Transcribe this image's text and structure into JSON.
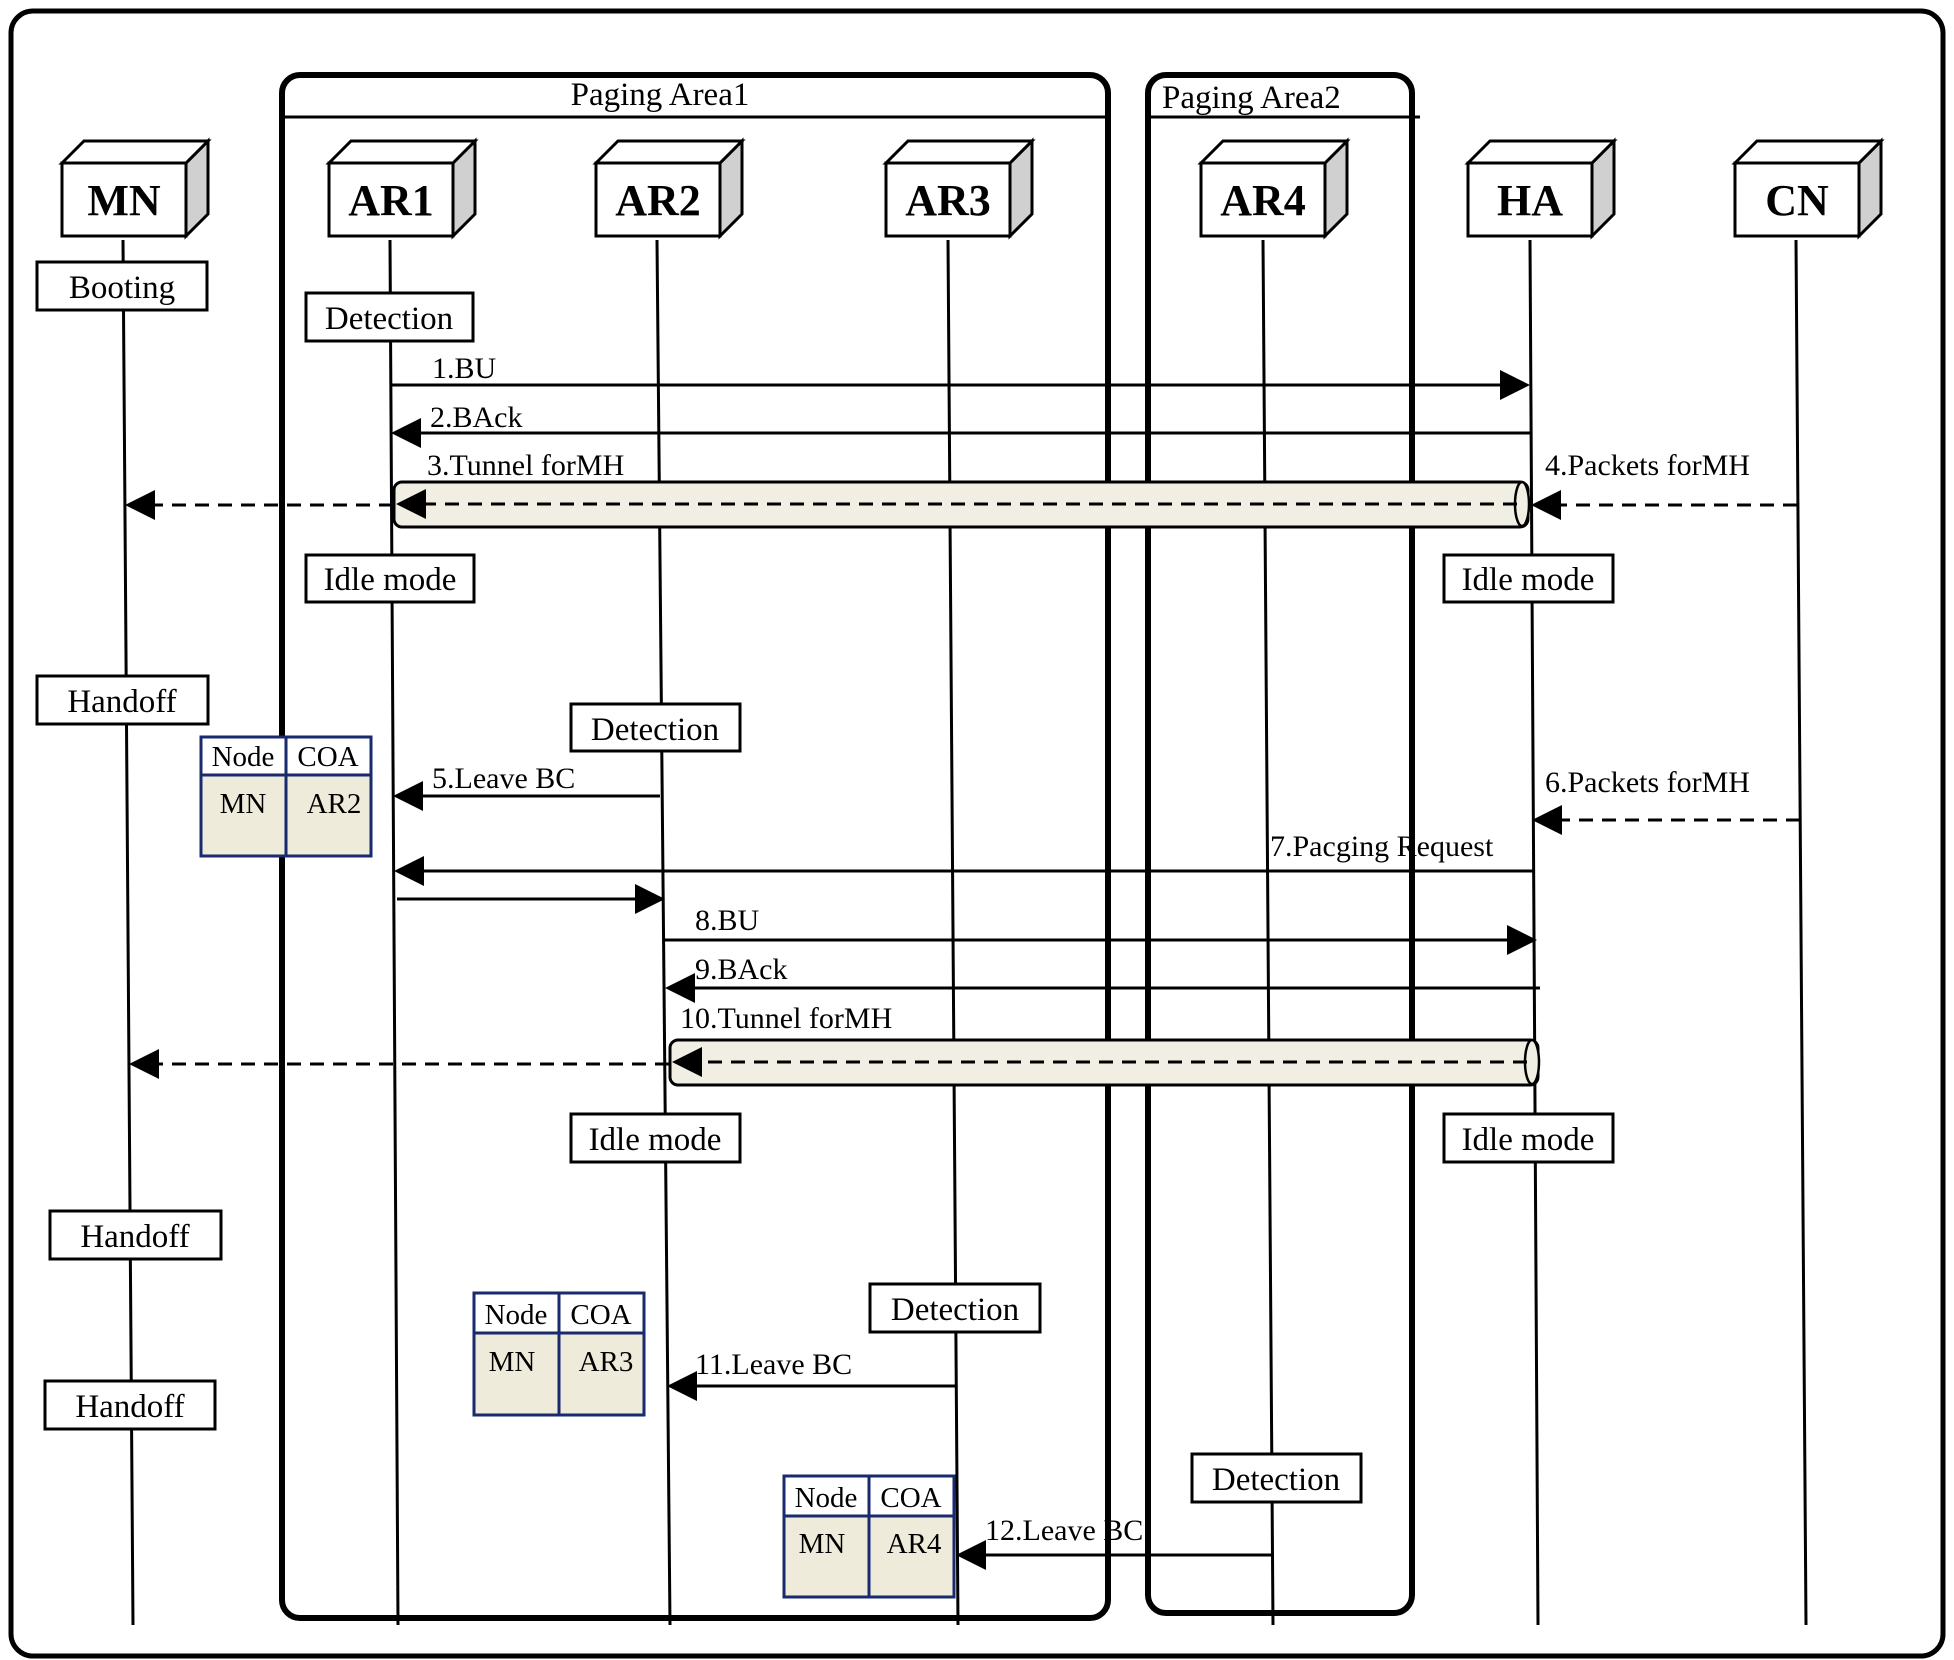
{
  "areas": [
    {
      "label": "Paging  Area1"
    },
    {
      "label": "Paging  Area2"
    }
  ],
  "nodes": [
    {
      "id": "MN",
      "label": "MN"
    },
    {
      "id": "AR1",
      "label": "AR1"
    },
    {
      "id": "AR2",
      "label": "AR2"
    },
    {
      "id": "AR3",
      "label": "AR3"
    },
    {
      "id": "AR4",
      "label": "AR4"
    },
    {
      "id": "HA",
      "label": "HA"
    },
    {
      "id": "CN",
      "label": "CN"
    }
  ],
  "states": [
    {
      "label": "Booting"
    },
    {
      "label": "Detection"
    },
    {
      "label": "Idle mode"
    },
    {
      "label": "Idle mode"
    },
    {
      "label": "Handoff"
    },
    {
      "label": "Detection"
    },
    {
      "label": "Idle mode"
    },
    {
      "label": "Idle mode"
    },
    {
      "label": "Handoff"
    },
    {
      "label": "Detection"
    },
    {
      "label": "Handoff"
    },
    {
      "label": "Detection"
    }
  ],
  "messages": [
    {
      "label": "1.BU"
    },
    {
      "label": "2.BAck"
    },
    {
      "label": "3.Tunnel forMH"
    },
    {
      "label": "4.Packets forMH"
    },
    {
      "label": "5.Leave BC"
    },
    {
      "label": "6.Packets forMH"
    },
    {
      "label": "7.Pacging  Request"
    },
    {
      "label": "8.BU"
    },
    {
      "label": "9.BAck"
    },
    {
      "label": "10.Tunnel forMH"
    },
    {
      "label": "11.Leave BC"
    },
    {
      "label": "12.Leave BC"
    }
  ],
  "tables": [
    {
      "header": [
        "Node",
        "COA"
      ],
      "row": [
        "MN",
        "AR2"
      ]
    },
    {
      "header": [
        "Node",
        "COA"
      ],
      "row": [
        "MN",
        "AR3"
      ]
    },
    {
      "header": [
        "Node",
        "COA"
      ],
      "row": [
        "MN",
        "AR4"
      ]
    }
  ],
  "colors": {
    "line": "#000000",
    "tunnel_fill": "#f1efe3",
    "table_border": "#1a2a6e",
    "table_fill": "#efebdb"
  }
}
